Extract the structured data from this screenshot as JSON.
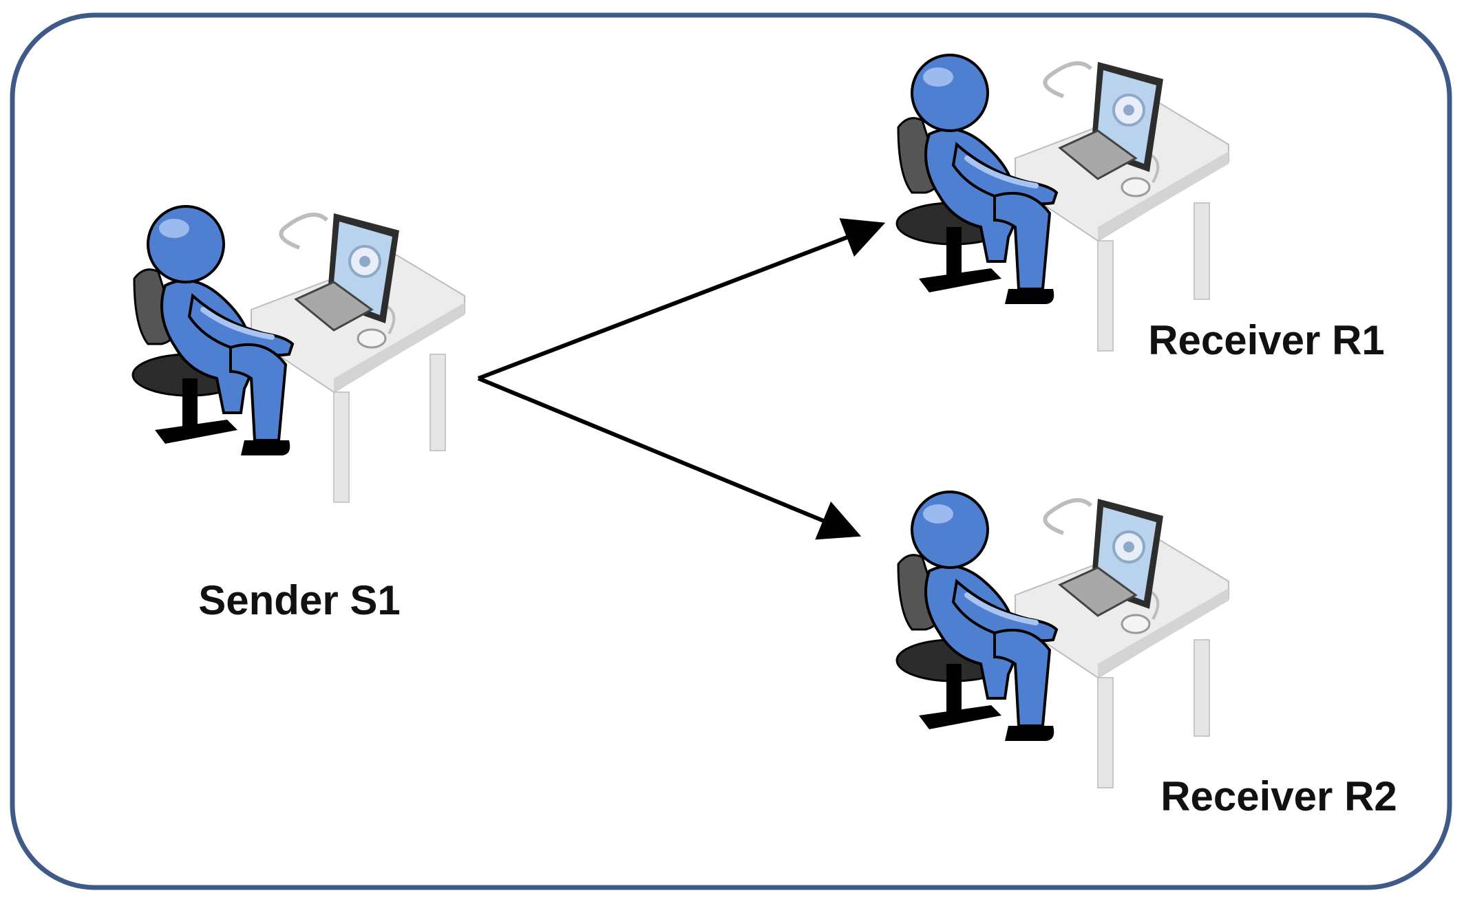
{
  "diagram": {
    "nodes": [
      {
        "id": "S1",
        "role": "sender",
        "label": "Sender S1",
        "icon": "person-at-computer-icon"
      },
      {
        "id": "R1",
        "role": "receiver",
        "label": "Receiver R1",
        "icon": "person-at-computer-icon"
      },
      {
        "id": "R2",
        "role": "receiver",
        "label": "Receiver R2",
        "icon": "person-at-computer-icon"
      }
    ],
    "edges": [
      {
        "from": "S1",
        "to": "R1"
      },
      {
        "from": "S1",
        "to": "R2"
      }
    ]
  },
  "colors": {
    "frame": "#3f5a86",
    "person_blue": "#4f7fd0",
    "person_highlight": "#a9c4f2",
    "person_outline": "#000000",
    "chair": "#555555",
    "desk_top": "#ececec",
    "desk_side": "#d4d4d4",
    "screen": "#b9d3ee",
    "arrow": "#000000",
    "text": "#111111"
  }
}
